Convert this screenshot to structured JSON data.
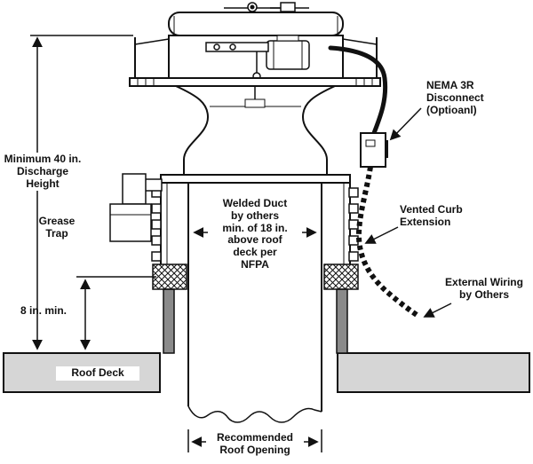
{
  "diagram": {
    "title_hint": "Upblast exhaust fan roof installation diagram",
    "labels": {
      "discharge_height": "Minimum 40 in.\nDischarge\nHeight",
      "grease_trap": "Grease\nTrap",
      "min_height": "8 in. min.",
      "roof_deck": "Roof Deck",
      "welded_duct": "Welded Duct\nby others\nmin. of 18 in.\nabove roof\ndeck per\nNFPA",
      "nema_disconnect": "NEMA 3R\nDisconnect\n(Optioanl)",
      "vented_curb": "Vented Curb\nExtension",
      "external_wiring": "External Wiring\nby Others",
      "roof_opening": "Recommended\nRoof Opening"
    },
    "colors": {
      "line": "#111111",
      "roof_deck_fill": "#d6d6d6",
      "post_fill": "#8a8a8a"
    }
  }
}
